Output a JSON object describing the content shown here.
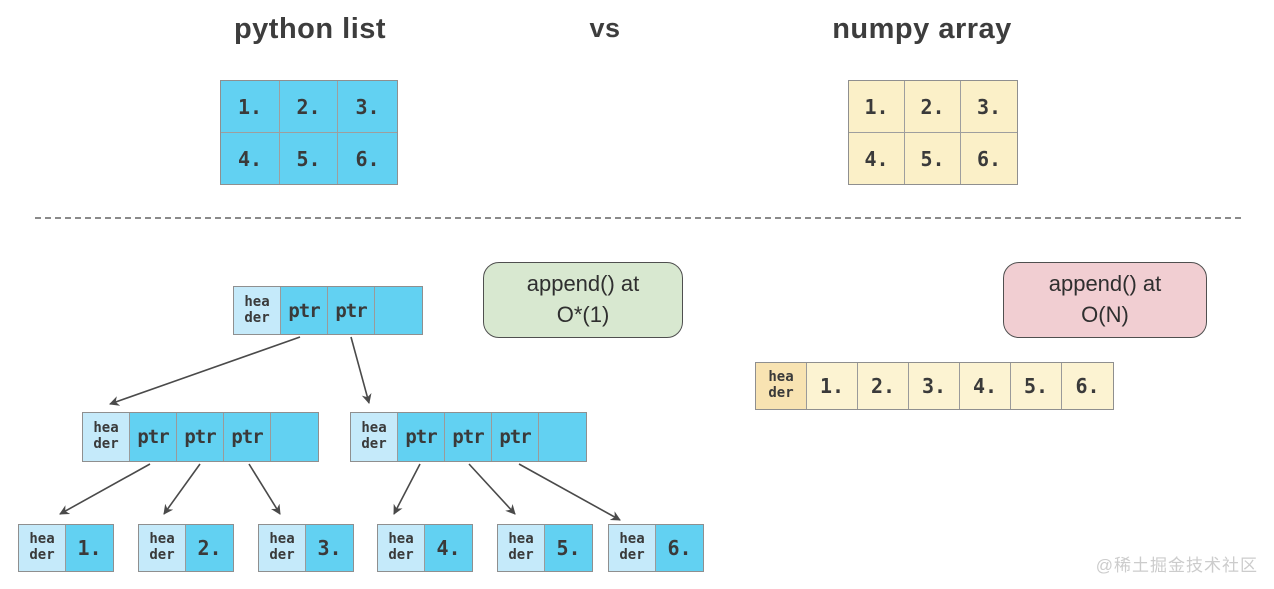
{
  "titles": {
    "left": "python list",
    "vs": "vs",
    "right": "numpy array"
  },
  "python_grid": {
    "cells": [
      "1.",
      "2.",
      "3.",
      "4.",
      "5.",
      "6."
    ]
  },
  "numpy_grid": {
    "cells": [
      "1.",
      "2.",
      "3.",
      "4.",
      "5.",
      "6."
    ]
  },
  "tree": {
    "top": {
      "cells": [
        "hea\nder",
        "ptr",
        "ptr",
        ""
      ]
    },
    "mid_left": {
      "cells": [
        "hea\nder",
        "ptr",
        "ptr",
        "ptr",
        ""
      ]
    },
    "mid_right": {
      "cells": [
        "hea\nder",
        "ptr",
        "ptr",
        "ptr",
        ""
      ]
    },
    "leaves": [
      {
        "header": "hea\nder",
        "value": "1."
      },
      {
        "header": "hea\nder",
        "value": "2."
      },
      {
        "header": "hea\nder",
        "value": "3."
      },
      {
        "header": "hea\nder",
        "value": "4."
      },
      {
        "header": "hea\nder",
        "value": "5."
      },
      {
        "header": "hea\nder",
        "value": "6."
      }
    ]
  },
  "numpy_row": {
    "cells": [
      "hea\nder",
      "1.",
      "2.",
      "3.",
      "4.",
      "5.",
      "6."
    ]
  },
  "badges": {
    "list_append": {
      "text": "append() at\nO*(1)",
      "color": "#d8e8d0"
    },
    "array_append": {
      "text": "append() at\nO(N)",
      "color": "#f1ced2"
    }
  },
  "watermark": {
    "text": "@稀土掘金技术社区"
  },
  "colors": {
    "list_cell": "#62d1f2",
    "list_header_cell": "#c5eafa",
    "numpy_grid_cell": "#fbf0c8",
    "numpy_value_cell": "#fcf3d2",
    "numpy_header_cell": "#f8e3b2",
    "badge_green": "#d8e8d0",
    "badge_pink": "#f1ced2",
    "arrow": "#4a4a4a"
  }
}
